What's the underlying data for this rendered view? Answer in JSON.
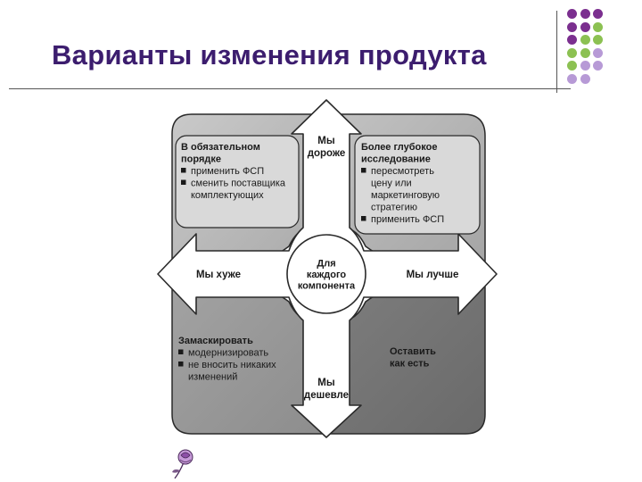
{
  "slide": {
    "title": "Варианты изменения продукта"
  },
  "colors": {
    "title": "#3c1d6e",
    "dot_purple": "#7b2f8f",
    "dot_green": "#8cc152",
    "dot_lavender": "#b79ad6"
  },
  "decor": {
    "dot_grid": [
      [
        "dot_purple",
        "dot_purple",
        "dot_purple"
      ],
      [
        "dot_purple",
        "dot_purple",
        "dot_green"
      ],
      [
        "dot_purple",
        "dot_green",
        "dot_green"
      ],
      [
        "dot_green",
        "dot_green",
        "dot_lavender"
      ],
      [
        "dot_green",
        "dot_lavender",
        "dot_lavender"
      ],
      [
        "dot_lavender",
        "dot_lavender",
        ""
      ]
    ],
    "flower_icon": "rose-icon"
  },
  "diagram": {
    "center_lines": [
      "Для",
      "каждого",
      "компонента"
    ],
    "arrows": {
      "up": [
        "Мы",
        "дороже"
      ],
      "down": [
        "Мы",
        "дешевле"
      ],
      "left": "Мы хуже",
      "right": "Мы лучше"
    },
    "quadrants": {
      "top_left": {
        "heading_lines": [
          "В обязательном",
          "порядке"
        ],
        "items": [
          [
            "применить ФСП"
          ],
          [
            "сменить поставщика",
            "комплектующих"
          ]
        ]
      },
      "top_right": {
        "heading_lines": [
          "Более глубокое",
          "исследование"
        ],
        "items": [
          [
            "пересмотреть",
            "цену или",
            "маркетинговую",
            "стратегию"
          ],
          [
            "применить ФСП"
          ]
        ]
      },
      "bottom_left": {
        "heading_lines": [
          "Замаскировать"
        ],
        "items": [
          [
            "модернизировать"
          ],
          [
            "не вносить никаких",
            "изменений"
          ]
        ]
      },
      "bottom_right": {
        "heading_lines": [
          "Оставить",
          "как есть"
        ],
        "items": []
      }
    }
  }
}
